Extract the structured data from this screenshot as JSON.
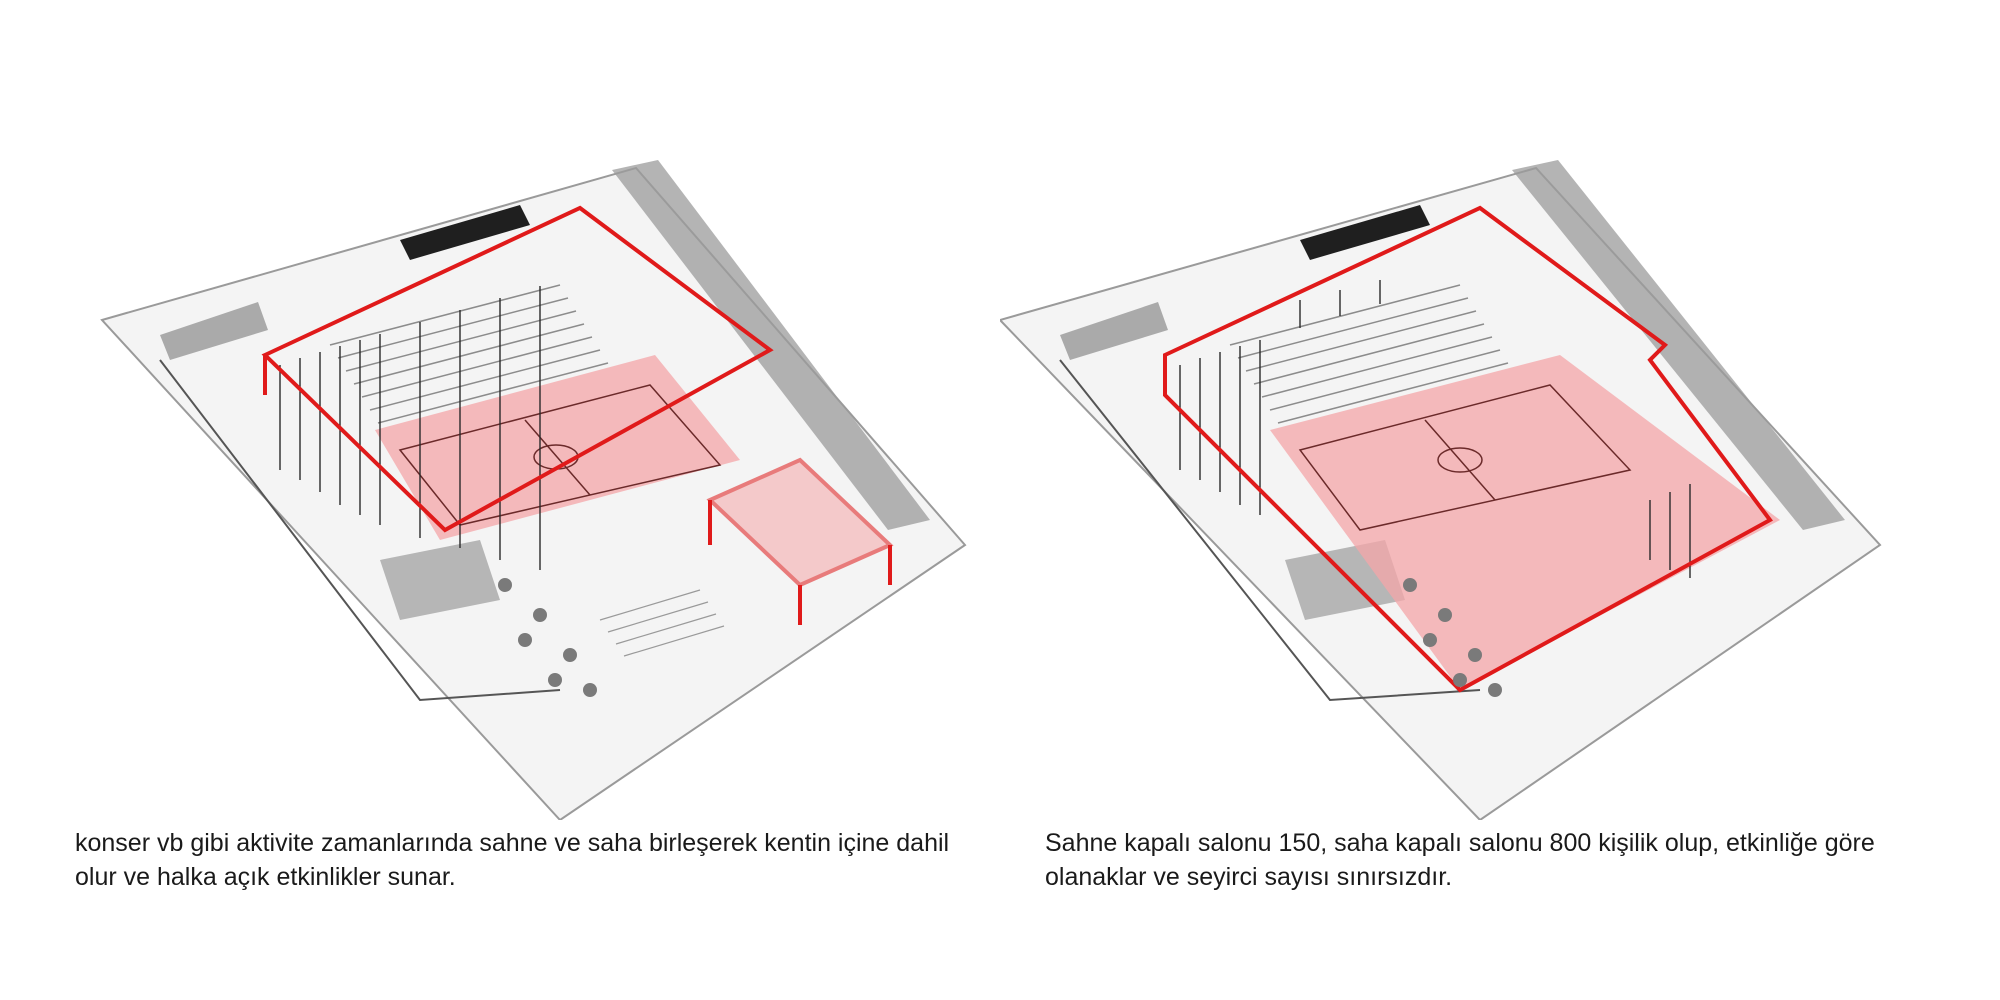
{
  "accent_color": "#e01a1a",
  "highlight_fill": "#f4a6a8",
  "panels": [
    {
      "caption": {
        "line1": "konser vb gibi aktivite zamanlarında sahne ve saha  birleşerek kentin içine dahil",
        "line2": "olur ve halka açık etkinlikler sunar."
      }
    },
    {
      "caption": {
        "line1": "Sahne kapalı salonu 150, saha kapalı salonu 800 kişilik olup, etkinliğe göre",
        "line2": "olanaklar ve seyirci sayısı sınırsızdır."
      }
    }
  ]
}
